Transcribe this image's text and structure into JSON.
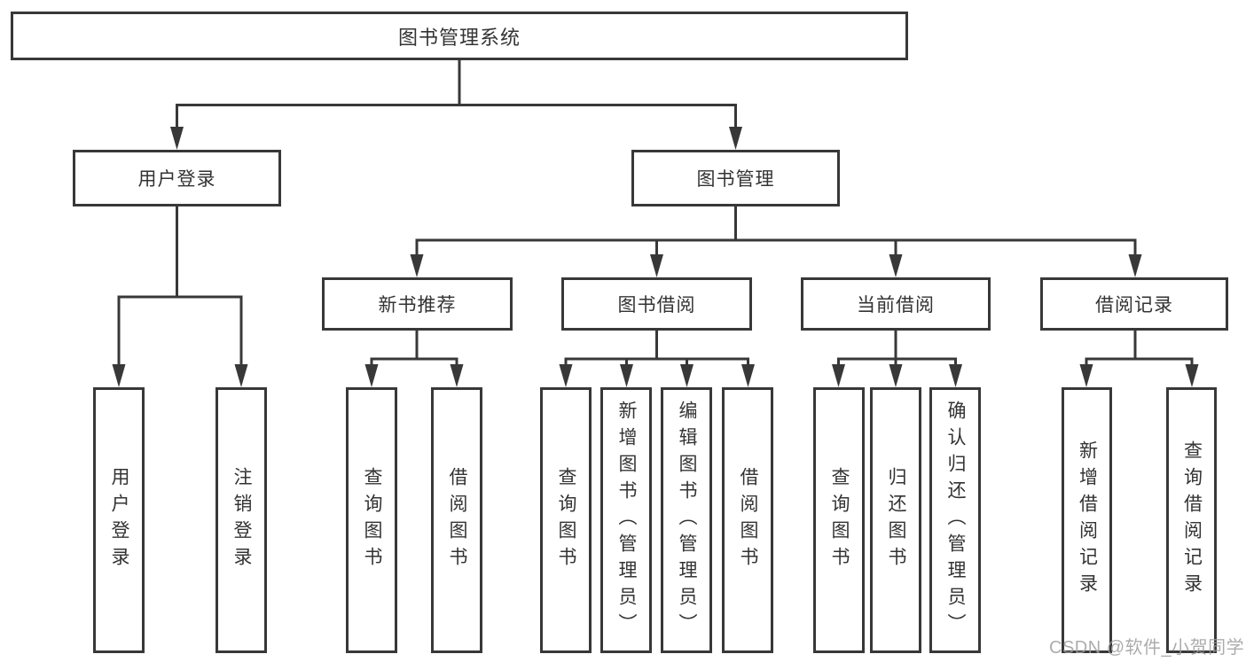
{
  "diagram": {
    "root": {
      "label": "图书管理系统"
    },
    "level2": [
      {
        "label": "用户登录"
      },
      {
        "label": "图书管理"
      }
    ],
    "level3": [
      {
        "label": "新书推荐"
      },
      {
        "label": "图书借阅"
      },
      {
        "label": "当前借阅"
      },
      {
        "label": "借阅记录"
      }
    ],
    "leaves": {
      "user_login": [
        {
          "label": "用户登录"
        },
        {
          "label": "注销登录"
        }
      ],
      "new_book_recommend": [
        {
          "label": "查询图书"
        },
        {
          "label": "借阅图书"
        }
      ],
      "book_borrow": [
        {
          "label": "查询图书"
        },
        {
          "label": "新增图书（管理员）"
        },
        {
          "label": "编辑图书（管理员）"
        },
        {
          "label": "借阅图书"
        }
      ],
      "current_borrow": [
        {
          "label": "查询图书"
        },
        {
          "label": "归还图书"
        },
        {
          "label": "确认归还（管理员）"
        }
      ],
      "borrow_records": [
        {
          "label": "新增借阅记录"
        },
        {
          "label": "查询借阅记录"
        }
      ]
    }
  },
  "watermark": {
    "text": "CSDN @软件_小贺同学"
  },
  "colors": {
    "line": "#383838",
    "text": "#333333",
    "watermark": "#9e9e9e",
    "background": "#ffffff"
  }
}
